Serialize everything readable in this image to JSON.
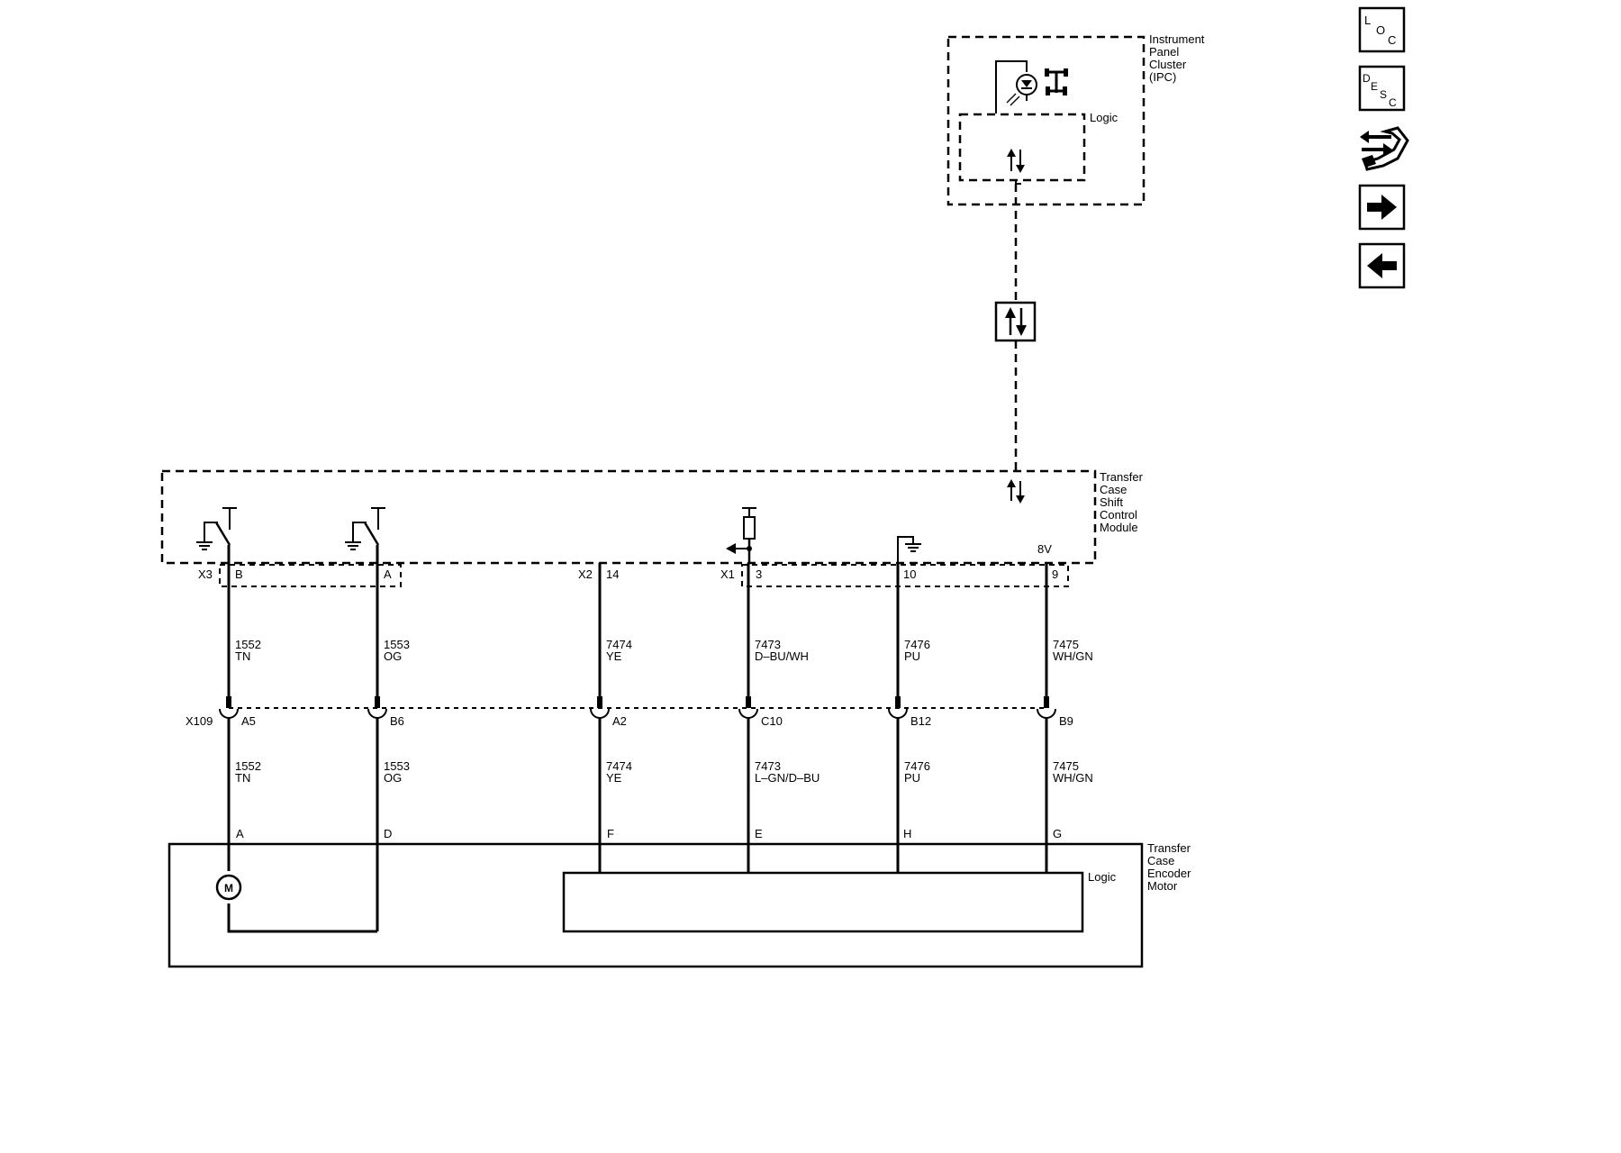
{
  "components": {
    "ipc": {
      "name_lines": [
        "Instrument",
        "Panel",
        "Cluster",
        "(IPC)"
      ],
      "logic_label": "Logic"
    },
    "tcscm": {
      "name_lines": [
        "Transfer",
        "Case",
        "Shift",
        "Control",
        "Module"
      ],
      "voltage_label": "8V"
    },
    "encoder": {
      "name_lines": [
        "Transfer",
        "Case",
        "Encoder",
        "Motor"
      ],
      "logic_label": "Logic",
      "motor_symbol": "M"
    }
  },
  "connectors": {
    "tcscm": [
      {
        "name": "X3",
        "pins": [
          "B",
          "A"
        ]
      },
      {
        "name": "X2",
        "pins": [
          "14"
        ]
      },
      {
        "name": "X1",
        "pins": [
          "3",
          "10",
          "9"
        ]
      }
    ],
    "inline": {
      "name": "X109",
      "pins": [
        "A5",
        "B6",
        "A2",
        "C10",
        "B12",
        "B9"
      ]
    },
    "encoder_pins": [
      "A",
      "D",
      "F",
      "E",
      "H",
      "G"
    ]
  },
  "circuits": [
    {
      "upper": {
        "number": "1552",
        "color": "TN"
      },
      "lower": {
        "number": "1552",
        "color": "TN"
      }
    },
    {
      "upper": {
        "number": "1553",
        "color": "OG"
      },
      "lower": {
        "number": "1553",
        "color": "OG"
      }
    },
    {
      "upper": {
        "number": "7474",
        "color": "YE"
      },
      "lower": {
        "number": "7474",
        "color": "YE"
      }
    },
    {
      "upper": {
        "number": "7473",
        "color": "D–BU/WH"
      },
      "lower": {
        "number": "7473",
        "color": "L–GN/D–BU"
      }
    },
    {
      "upper": {
        "number": "7476",
        "color": "PU"
      },
      "lower": {
        "number": "7476",
        "color": "PU"
      }
    },
    {
      "upper": {
        "number": "7475",
        "color": "WH/GN"
      },
      "lower": {
        "number": "7475",
        "color": "WH/GN"
      }
    }
  ],
  "nav": {
    "loc": {
      "letters": [
        "L",
        "O",
        "C"
      ],
      "icon": "loc-icon"
    },
    "desc": {
      "letters": [
        "D",
        "E",
        "S",
        "C"
      ],
      "icon": "desc-icon"
    },
    "tool_icon": "wrench-arrows-icon",
    "next_icon": "arrow-right-icon",
    "prev_icon": "arrow-left-icon"
  }
}
